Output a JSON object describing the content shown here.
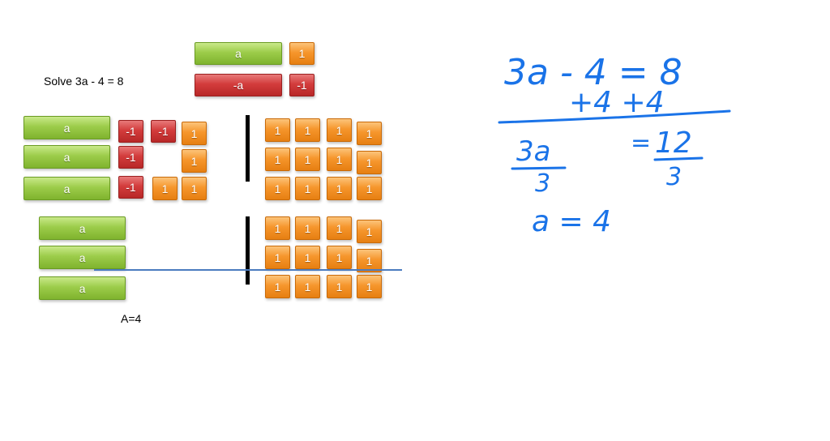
{
  "problem": {
    "text": "Solve 3a - 4 = 8"
  },
  "answer": {
    "text": "A=4"
  },
  "legend": {
    "a_label": "a",
    "neg_a_label": "-a",
    "one_label": "1",
    "neg_one_label": "-1"
  },
  "handwriting": {
    "line1": "3a - 4 = 8",
    "line2": "+4 +4",
    "frac_left_num": "3a",
    "frac_left_den": "3",
    "frac_right_num": "12",
    "frac_right_den": "3",
    "eq_sign": "=",
    "result": "a = 4"
  },
  "colors": {
    "green": "#9ccc4a",
    "red": "#d33c3c",
    "orange": "#f6962c",
    "ink": "#1a73e8",
    "divider": "#4a7bbf"
  }
}
